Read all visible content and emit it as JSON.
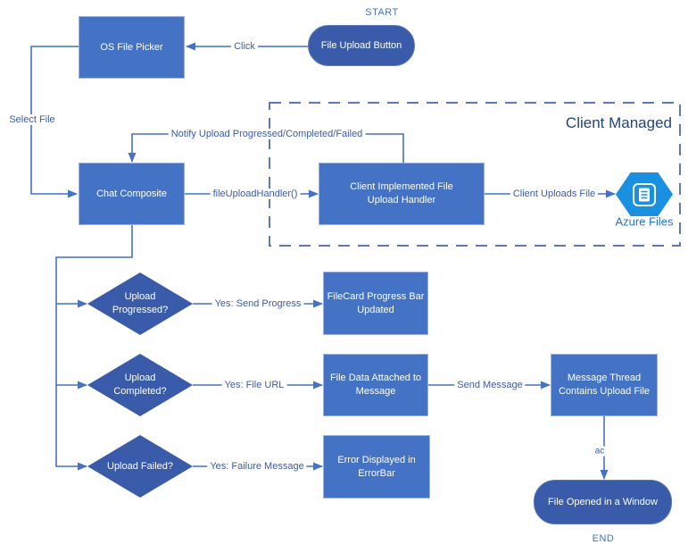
{
  "labels": {
    "start": "START",
    "end": "END",
    "client_managed": "Client Managed",
    "azure_files": "Azure Files"
  },
  "nodes": {
    "file_upload_button": "File Upload Button",
    "os_file_picker": "OS File Picker",
    "chat_composite": "Chat Composite",
    "file_upload_handler": "Client Implemented File Upload Handler",
    "upload_progressed": "Upload Progressed?",
    "upload_completed": "Upload Completed?",
    "upload_failed": "Upload Failed?",
    "filecard_progress": "FileCard Progress Bar Updated",
    "file_data_attached": "File Data Attached to Message",
    "error_displayed": "Error Displayed in ErrorBar",
    "message_thread": "Message Thread Contains Upload File",
    "file_opened": "File Opened in a Window"
  },
  "edge_labels": {
    "click": "Click",
    "select_file": "Select File",
    "notify": "Notify Upload Progressed/Completed/Failed",
    "file_upload_handler_call": "fileUploadHandler()",
    "client_uploads_file": "Client Uploads File",
    "yes_send_progress": "Yes: Send Progress",
    "yes_file_url": "Yes: File URL",
    "send_message": "Send Message",
    "yes_failure_message": "Yes: Failure Message",
    "ac": "ac"
  },
  "colors": {
    "rect_fill": "#4472C4",
    "rect_border": "#9DB2DE",
    "shape_fill": "#3A5BA9",
    "line": "#4472C4",
    "label_text": "#3A5BA9",
    "client_managed_text": "#24437E",
    "azure_fill": "#1990E0",
    "azure_text": "#1E73D2",
    "start_end_text": "#4472C4",
    "dashed_border": "#5B79B7"
  }
}
